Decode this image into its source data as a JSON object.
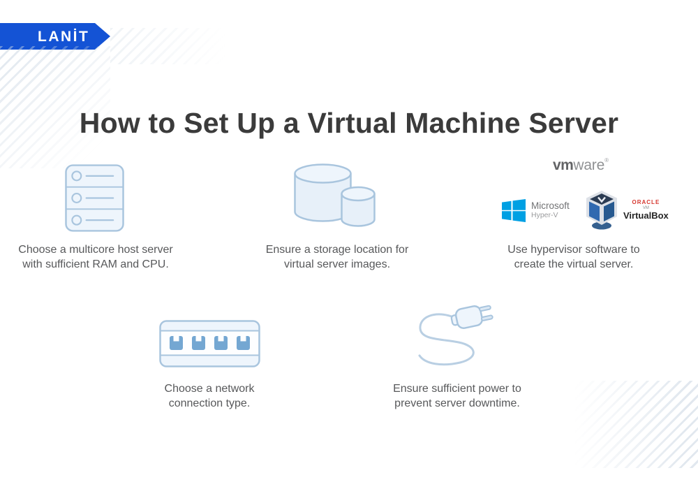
{
  "brand": {
    "name": "LANİT"
  },
  "title": "How to Set Up a Virtual Machine Server",
  "steps": [
    {
      "id": "host",
      "icon": "server-icon",
      "lines": [
        "Choose a multicore host server",
        "with sufficient RAM and CPU."
      ]
    },
    {
      "id": "storage",
      "icon": "storage-cylinders-icon",
      "lines": [
        "Ensure a storage location for",
        "virtual server images."
      ]
    },
    {
      "id": "hypervisor",
      "icon": "hypervisor-logos",
      "lines": [
        "Use hypervisor software to",
        "create the virtual server."
      ]
    },
    {
      "id": "network",
      "icon": "network-switch-icon",
      "lines": [
        "Choose a network",
        "connection type."
      ]
    },
    {
      "id": "power",
      "icon": "power-plug-icon",
      "lines": [
        "Ensure sufficient power to",
        "prevent server downtime."
      ]
    }
  ],
  "logos": {
    "vmware": {
      "bold": "vm",
      "light": "ware",
      "reg": "®"
    },
    "microsoft": {
      "name": "Microsoft",
      "product": "Hyper-V"
    },
    "virtualbox": {
      "company": "ORACLE",
      "vm": "VM",
      "product": "VirtualBox"
    }
  },
  "colors": {
    "brand_blue": "#1453d5",
    "icon_stroke": "#a9c5de",
    "icon_fill_light": "#eef5fc",
    "icon_fill": "#e7f0f9",
    "port_blue": "#74a7d2",
    "windows_blue": "#00a0e3",
    "oracle_red": "#d6372f",
    "caption_gray": "#57585a",
    "title_gray": "#3b3b3b",
    "vmware_gray_dark": "#636466",
    "vmware_gray_light": "#8f9193"
  }
}
